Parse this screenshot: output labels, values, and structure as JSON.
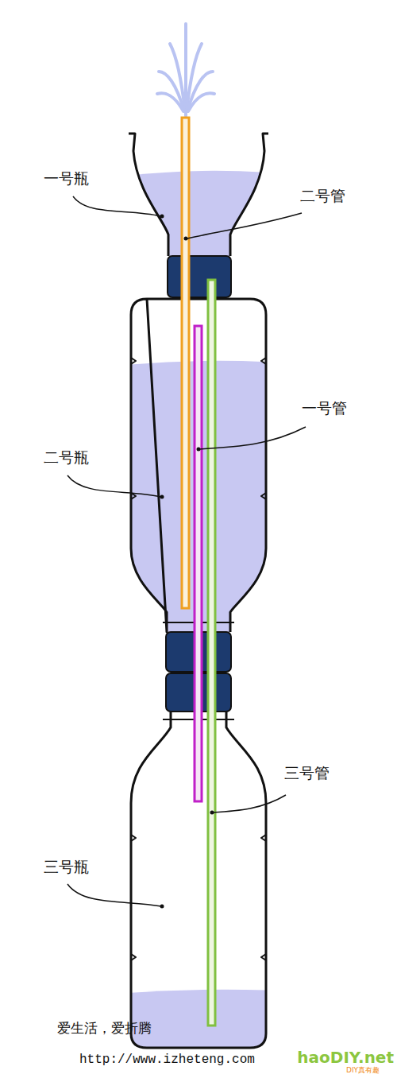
{
  "diagram": {
    "labels": [
      "一号瓶",
      "二号管",
      "一号管",
      "二号瓶",
      "三号管",
      "三号瓶",
      "爱生活，爱折腾",
      "http://www.izheteng.com",
      "haoDIY.net",
      "DIY真有趣"
    ]
  }
}
